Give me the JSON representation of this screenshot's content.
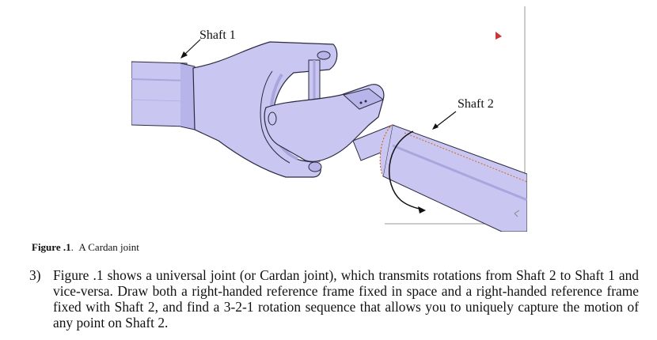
{
  "figure": {
    "labels": {
      "shaft1": "Shaft 1",
      "shaft2": "Shaft 2"
    },
    "colors": {
      "metal": "#c9c7f2",
      "metal_shade": "#a9a6dd",
      "edge": "#2a2a40",
      "background": "#ffffff"
    }
  },
  "caption": {
    "label": "Figure .1",
    "text": "A Cardan joint"
  },
  "problem": {
    "number": "3)",
    "text": "Figure .1 shows a universal joint (or Cardan joint), which transmits rotations from Shaft 2 to Shaft 1 and vice-versa. Draw both a right-handed reference frame fixed in space and a right-handed reference frame fixed with Shaft 2, and find a 3-2-1 rotation sequence that allows you to uniquely capture the motion of any point on Shaft 2."
  }
}
